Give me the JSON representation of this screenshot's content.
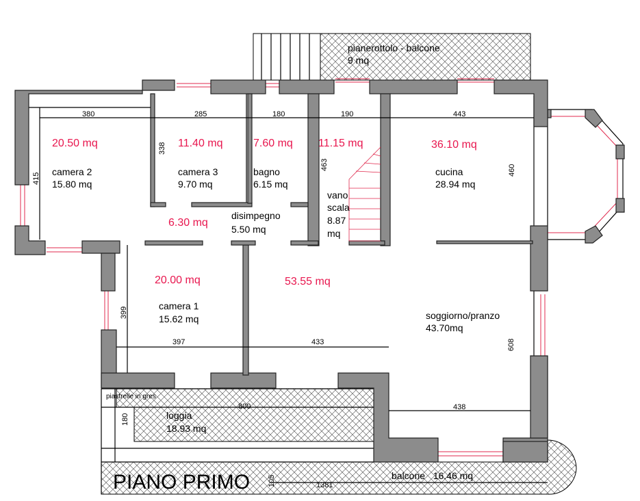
{
  "title": "PIANO PRIMO",
  "rooms": {
    "camera2": {
      "name": "camera 2",
      "area": "15.80 mq",
      "gross": "20.50 mq"
    },
    "camera3": {
      "name": "camera 3",
      "area": "9.70 mq",
      "gross": "11.40 mq"
    },
    "bagno": {
      "name": "bagno",
      "area": "6.15 mq",
      "gross": "7.60 mq"
    },
    "vano_scala": {
      "name_line1": "vano",
      "name_line2": "scala",
      "area_line1": "8.87",
      "area_line2": "mq",
      "gross": "11.15 mq"
    },
    "cucina": {
      "name": "cucina",
      "area": "28.94 mq",
      "gross": "36.10 mq"
    },
    "disimpegno": {
      "name": "disimpegno",
      "area": "5.50 mq",
      "gross": "6.30 mq"
    },
    "camera1": {
      "name": "camera 1",
      "area": "15.62 mq",
      "gross": "20.00 mq"
    },
    "soggiorno": {
      "name": "soggiorno/pranzo",
      "area": "43.70mq",
      "gross": "53.55 mq"
    },
    "loggia": {
      "name": "loggia",
      "area": "18.93 mq"
    },
    "pianerottolo": {
      "name": "pianerottolo - balcone",
      "area": "9 mq"
    },
    "balcone": {
      "label": "balcone   16.46 mq"
    }
  },
  "notes": {
    "piastrelle": "piastrelle in gres"
  },
  "dimensions": {
    "d380": "380",
    "d285": "285",
    "d180": "180",
    "d190": "190",
    "d443": "443",
    "d415": "415",
    "d338": "338",
    "d463": "463",
    "d460": "460",
    "d399": "399",
    "d397": "397",
    "d433": "433",
    "d608": "608",
    "d800": "800",
    "d438": "438",
    "d180b": "180",
    "d105": "105",
    "d1381": "1381"
  }
}
